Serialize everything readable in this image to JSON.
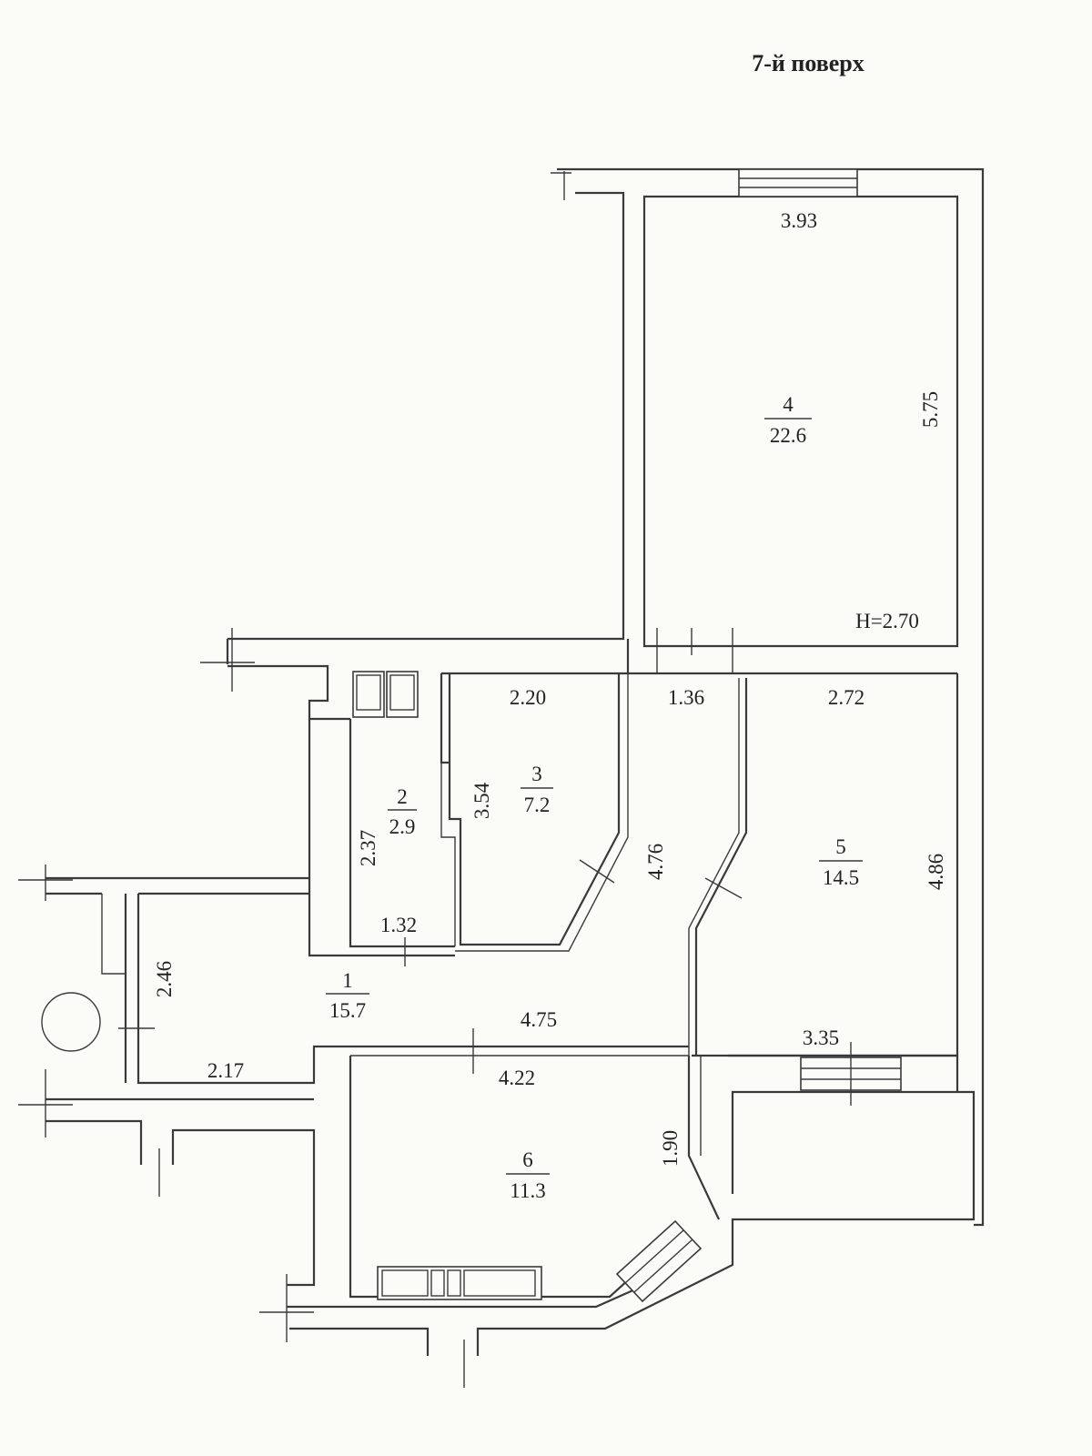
{
  "title": "7-й поверх",
  "rooms": [
    {
      "number": "1",
      "area": "15.7"
    },
    {
      "number": "2",
      "area": "2.9"
    },
    {
      "number": "3",
      "area": "7.2"
    },
    {
      "number": "4",
      "area": "22.6"
    },
    {
      "number": "5",
      "area": "14.5"
    },
    {
      "number": "6",
      "area": "11.3"
    }
  ],
  "ceiling_height": "H=2.70",
  "dimensions": {
    "room4_width": "3.93",
    "room4_length": "5.75",
    "room3_width": "2.20",
    "room3_length": "3.54",
    "corridor_width": "1.36",
    "corridor_length": "4.76",
    "room5_width": "2.72",
    "room5_length": "4.86",
    "room5_window": "3.35",
    "room2_width": "1.32",
    "room2_length": "2.37",
    "hall_length": "4.75",
    "hall_depth": "2.46",
    "hall_width": "2.17",
    "room6_width": "4.22",
    "room6_length": "1.90"
  },
  "colors": {
    "line": "#3a3a3a",
    "background": "#fbfbf8"
  }
}
